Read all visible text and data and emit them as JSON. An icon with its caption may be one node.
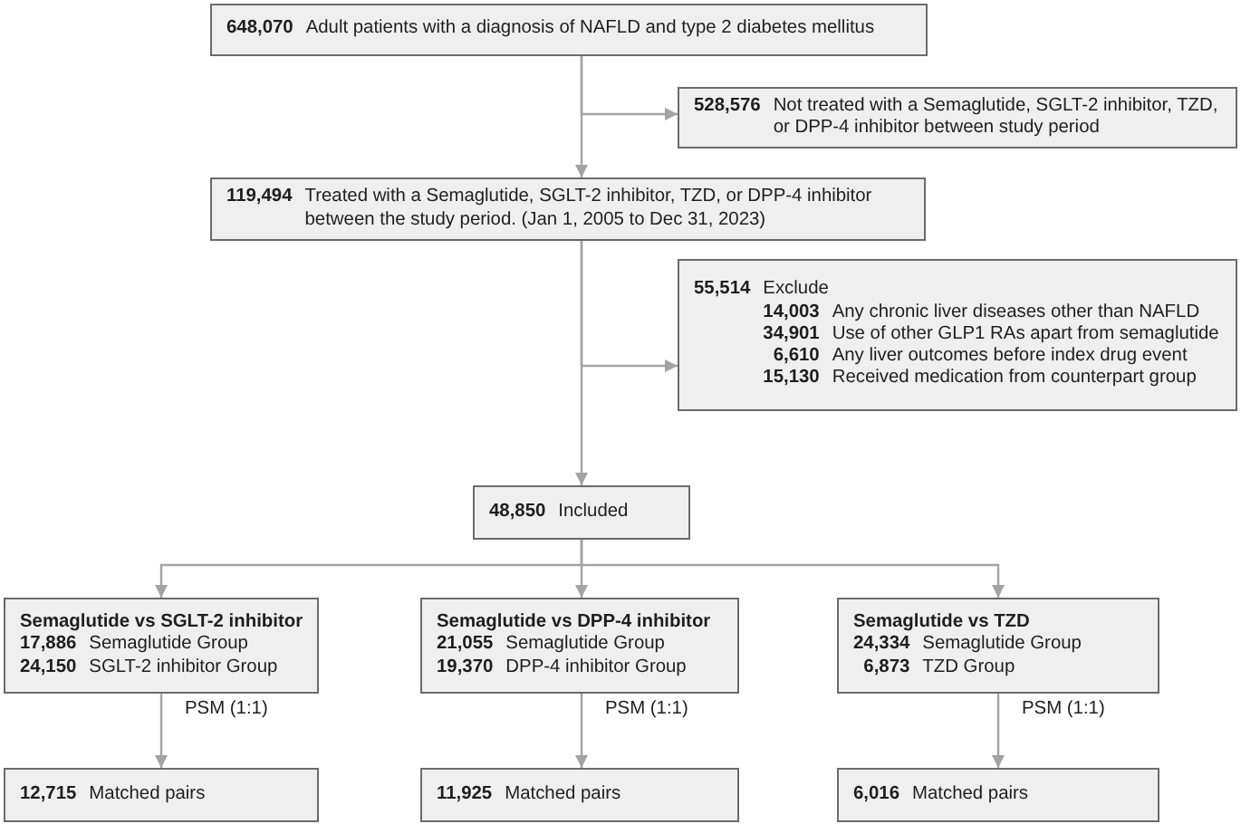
{
  "diagram": {
    "nodes": [
      {
        "text": [
          "648,070",
          "Adult patients with a diagnosis of NAFLD and type 2 diabetes mellitus"
        ]
      },
      {
        "text": [
          "528,576",
          "Not treated with a Semaglutide, SGLT-2 inhibitor, TZD, or DPP-4 inhibitor between study period"
        ]
      },
      {
        "text": [
          "119,494",
          "Treated with a Semaglutide, SGLT-2 inhibitor, TZD, or DPP-4 inhibitor between the study period. (Jan 1, 2005 to Dec 31, 2023)"
        ]
      },
      {
        "text": [
          "55,514",
          "Exclude",
          "14,003",
          "Any chronic liver diseases other than NAFLD",
          "34,901",
          "Use of other GLP1 RAs apart from semaglutide",
          "6,610",
          "Any liver outcomes before index drug event",
          "15,130",
          "Received medication from counterpart group"
        ]
      },
      {
        "text": [
          "48,850",
          "Included"
        ]
      },
      {
        "text": [
          "Semaglutide vs SGLT-2 inhibitor",
          "17,886",
          "Semaglutide Group",
          "24,150",
          "SGLT-2 inhibitor Group"
        ]
      },
      {
        "text": [
          "Semaglutide vs DPP-4 inhibitor",
          "21,055",
          "Semaglutide Group",
          "19,370",
          "DPP-4 inhibitor Group"
        ]
      },
      {
        "text": [
          "Semaglutide vs TZD",
          "24,334",
          "Semaglutide Group",
          "6,873",
          "TZD Group"
        ]
      },
      {
        "text": [
          "12,715",
          "Matched pairs"
        ]
      },
      {
        "text": [
          "11,925",
          "Matched pairs"
        ]
      },
      {
        "text": [
          "6,016",
          "Matched pairs"
        ]
      }
    ],
    "edges": [
      {
        "from": 0,
        "to": 2,
        "arrow": "to"
      },
      {
        "from": 0,
        "to": 1,
        "arrow": "to"
      },
      {
        "from": 2,
        "to": 4,
        "arrow": "to"
      },
      {
        "from": 2,
        "to": 3,
        "arrow": "to"
      },
      {
        "from": 4,
        "to": 5,
        "arrow": "to"
      },
      {
        "from": 4,
        "to": 6,
        "arrow": "to"
      },
      {
        "from": 4,
        "to": 7,
        "arrow": "to"
      },
      {
        "from": 5,
        "to": 8,
        "arrow": "to",
        "label": "PSM (1:1)"
      },
      {
        "from": 6,
        "to": 9,
        "arrow": "to",
        "label": "PSM (1:1)"
      },
      {
        "from": 7,
        "to": 10,
        "arrow": "to",
        "label": "PSM (1:1)"
      }
    ]
  }
}
